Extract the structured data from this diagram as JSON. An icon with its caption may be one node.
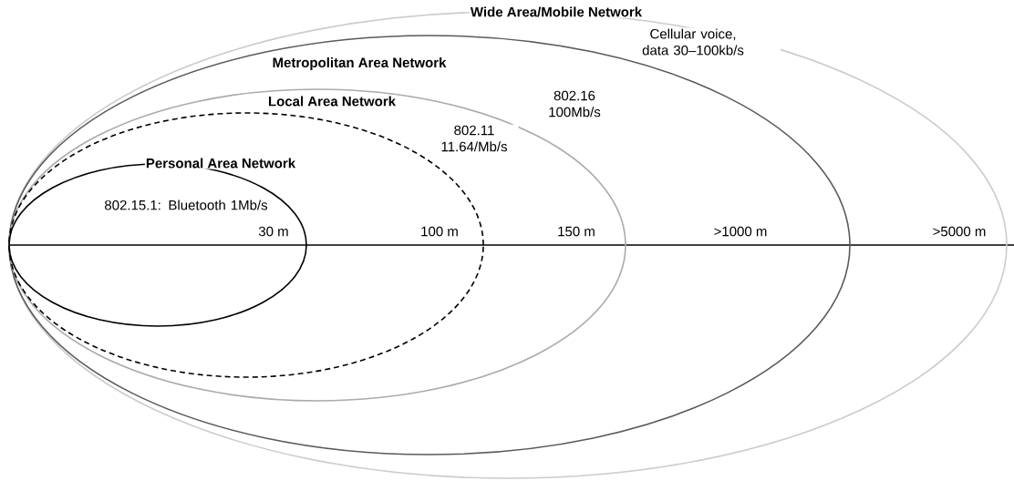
{
  "diagram": {
    "nodes": [
      {
        "text": [
          "Wide Area/Mobile Network",
          "Cellular voice, data 30–100kb/s"
        ]
      },
      {
        "text": [
          "Metropolitan Area Network",
          "802.16 100Mb/s"
        ],
        "in": 0
      },
      {
        "text": [
          "Local Area Network",
          "802.11 11.64/Mb/s"
        ],
        "in": 1
      },
      {
        "text": [],
        "shape": "circle",
        "in": 2
      },
      {
        "text": [
          "Personal Area Network",
          "802.15.1: Bluetooth 1Mb/s"
        ],
        "in": 3
      }
    ],
    "edges": [],
    "labels": [
      "30 m",
      "100 m",
      "150 m",
      ">1000 m",
      ">5000 m"
    ]
  }
}
